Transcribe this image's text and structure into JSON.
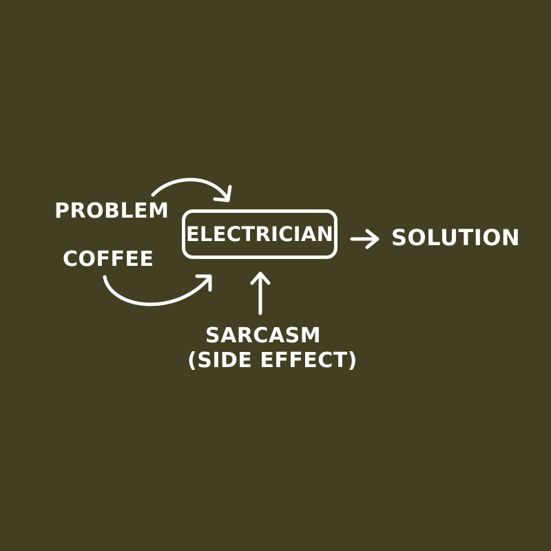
{
  "colors": {
    "background": "#423f22",
    "ink": "#ffffff"
  },
  "diagram": {
    "inputs": {
      "problem": "PROBLEM",
      "coffee": "COFFEE"
    },
    "center": "ELECTRICIAN",
    "output": "SOLUTION",
    "side_effect": {
      "line1": "SARCASM",
      "line2": "(SIDE EFFECT)"
    }
  }
}
